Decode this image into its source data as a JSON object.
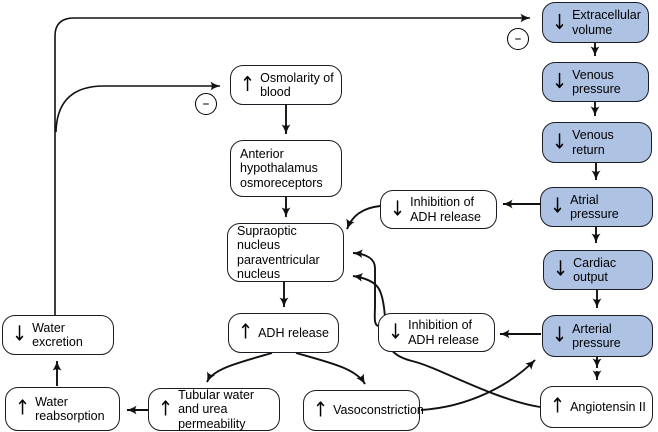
{
  "figure": {
    "description": "Flow diagram of ADH (antidiuretic hormone) secretion regulation by osmolarity and blood volume/pressure"
  },
  "colors": {
    "node_blue_fill": "#aec2e3",
    "node_white_fill": "#ffffff",
    "node_border": "#1c1c24",
    "arrow_color": "#111111"
  },
  "glyphs": {
    "up": "↑",
    "down": "↓",
    "minus": "–"
  },
  "nodes": {
    "extracellular_volume": {
      "label": "Extracellular volume",
      "change": "down",
      "style": "blue"
    },
    "venous_pressure": {
      "label": "Venous pressure",
      "change": "down",
      "style": "blue"
    },
    "venous_return": {
      "label": "Venous return",
      "change": "down",
      "style": "blue"
    },
    "atrial_pressure": {
      "label": "Atrial pressure",
      "change": "down",
      "style": "blue"
    },
    "cardiac_output": {
      "label": "Cardiac output",
      "change": "down",
      "style": "blue"
    },
    "arterial_pressure": {
      "label": "Arterial pressure",
      "change": "down",
      "style": "blue"
    },
    "angiotensin_ii": {
      "label": "Angiotensin II",
      "change": "up",
      "style": "white"
    },
    "osmolarity_of_blood": {
      "label": "Osmolarity of blood",
      "change": "up",
      "style": "white"
    },
    "anterior_hypothalamus": {
      "label": "Anterior hypothalamus osmoreceptors",
      "change": null,
      "style": "white"
    },
    "supraoptic_nucleus": {
      "label": "Supraoptic nucleus paraventricular nucleus",
      "change": null,
      "style": "white"
    },
    "adh_release": {
      "label": "ADH release",
      "change": "up",
      "style": "white"
    },
    "inhibition_adh_1": {
      "label": "Inhibition of ADH release",
      "change": "down",
      "style": "white"
    },
    "inhibition_adh_2": {
      "label": "Inhibition of ADH release",
      "change": "down",
      "style": "white"
    },
    "water_excretion": {
      "label": "Water excretion",
      "change": "down",
      "style": "white"
    },
    "water_reabsorption": {
      "label": "Water reabsorption",
      "change": "up",
      "style": "white"
    },
    "tubular_permeability": {
      "label": "Tubular water and urea permeability",
      "change": "up",
      "style": "white"
    },
    "vasoconstriction": {
      "label": "Vasoconstriction",
      "change": "up",
      "style": "white"
    }
  },
  "feedback_signs": {
    "extracellular_loop": {
      "symbol": "–"
    },
    "osmolarity_loop": {
      "symbol": "–"
    }
  }
}
